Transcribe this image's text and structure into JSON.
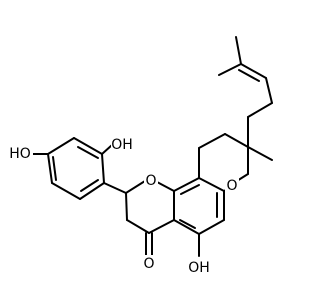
{
  "molecule": {
    "line_color": "#000000",
    "background_color": "#ffffff",
    "atom_labels": {
      "oh_left": "HO",
      "oh_top": "OH",
      "o_ring_left": "O",
      "o_ring_right": "O",
      "o_carbonyl": "O",
      "oh_bottom": "OH"
    }
  }
}
